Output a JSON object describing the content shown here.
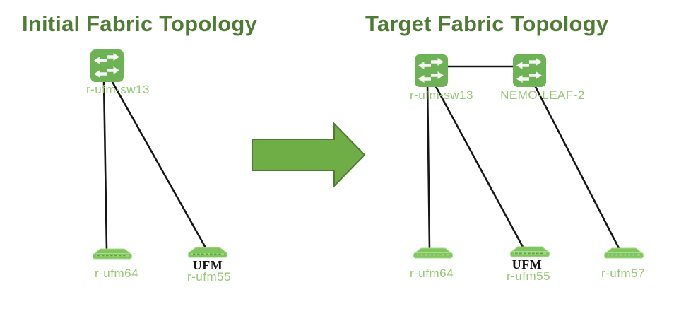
{
  "colors": {
    "title_green": "#4e7c35",
    "switch_icon_green": "#6db356",
    "host_icon_green": "#7fc75d",
    "host_icon_outline": "#a9db8d",
    "label_light_green": "#96c670",
    "link_black": "#161616",
    "arrow_fill": "#6fad47",
    "arrow_border": "#4f7a30",
    "badge_black": "#141414"
  },
  "icons": {
    "switch": "switch-crossed-arrows-icon",
    "host": "flat-server-icon",
    "transform": "right-block-arrow-icon"
  },
  "panels": [
    {
      "title": "Initial Fabric Topology",
      "switches": [
        {
          "label": "r-ufm-sw13"
        }
      ],
      "hosts": [
        {
          "label": "r-ufm64"
        },
        {
          "label": "r-ufm55",
          "badge": "UFM"
        }
      ],
      "links": [
        "r-ufm-sw13 - r-ufm64",
        "r-ufm-sw13 - r-ufm55"
      ]
    },
    {
      "title": "Target Fabric Topology",
      "switches": [
        {
          "label": "r-ufm-sw13"
        },
        {
          "label": "NEMO-LEAF-2"
        }
      ],
      "hosts": [
        {
          "label": "r-ufm64"
        },
        {
          "label": "r-ufm55",
          "badge": "UFM"
        },
        {
          "label": "r-ufm57"
        }
      ],
      "links": [
        "r-ufm-sw13 - NEMO-LEAF-2",
        "r-ufm-sw13 - r-ufm64",
        "r-ufm-sw13 - r-ufm55",
        "NEMO-LEAF-2 - r-ufm57"
      ]
    }
  ]
}
